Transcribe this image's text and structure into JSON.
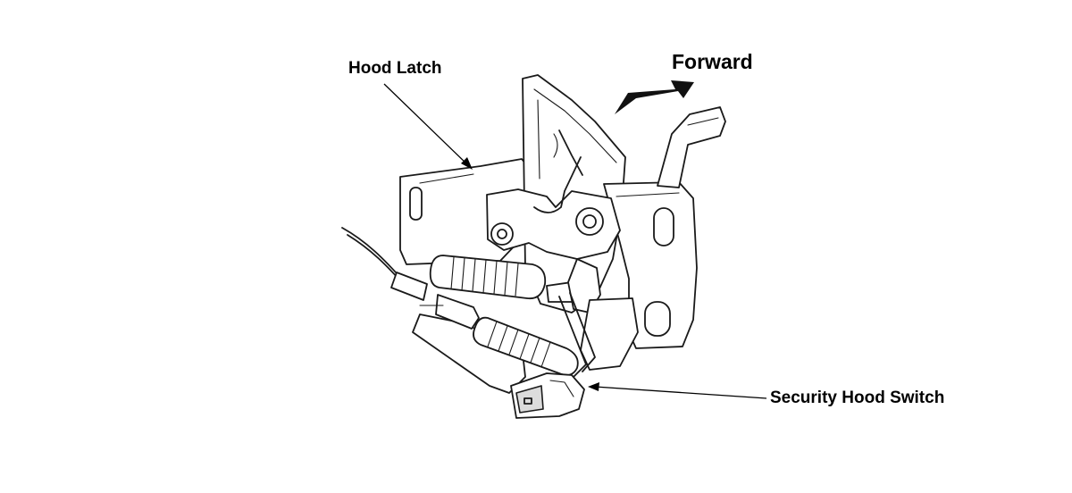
{
  "labels": {
    "hood_latch": "Hood Latch",
    "forward": "Forward",
    "security_hood_switch": "Security Hood Switch"
  },
  "colors": {
    "ink": "#000000",
    "background": "#ffffff"
  }
}
